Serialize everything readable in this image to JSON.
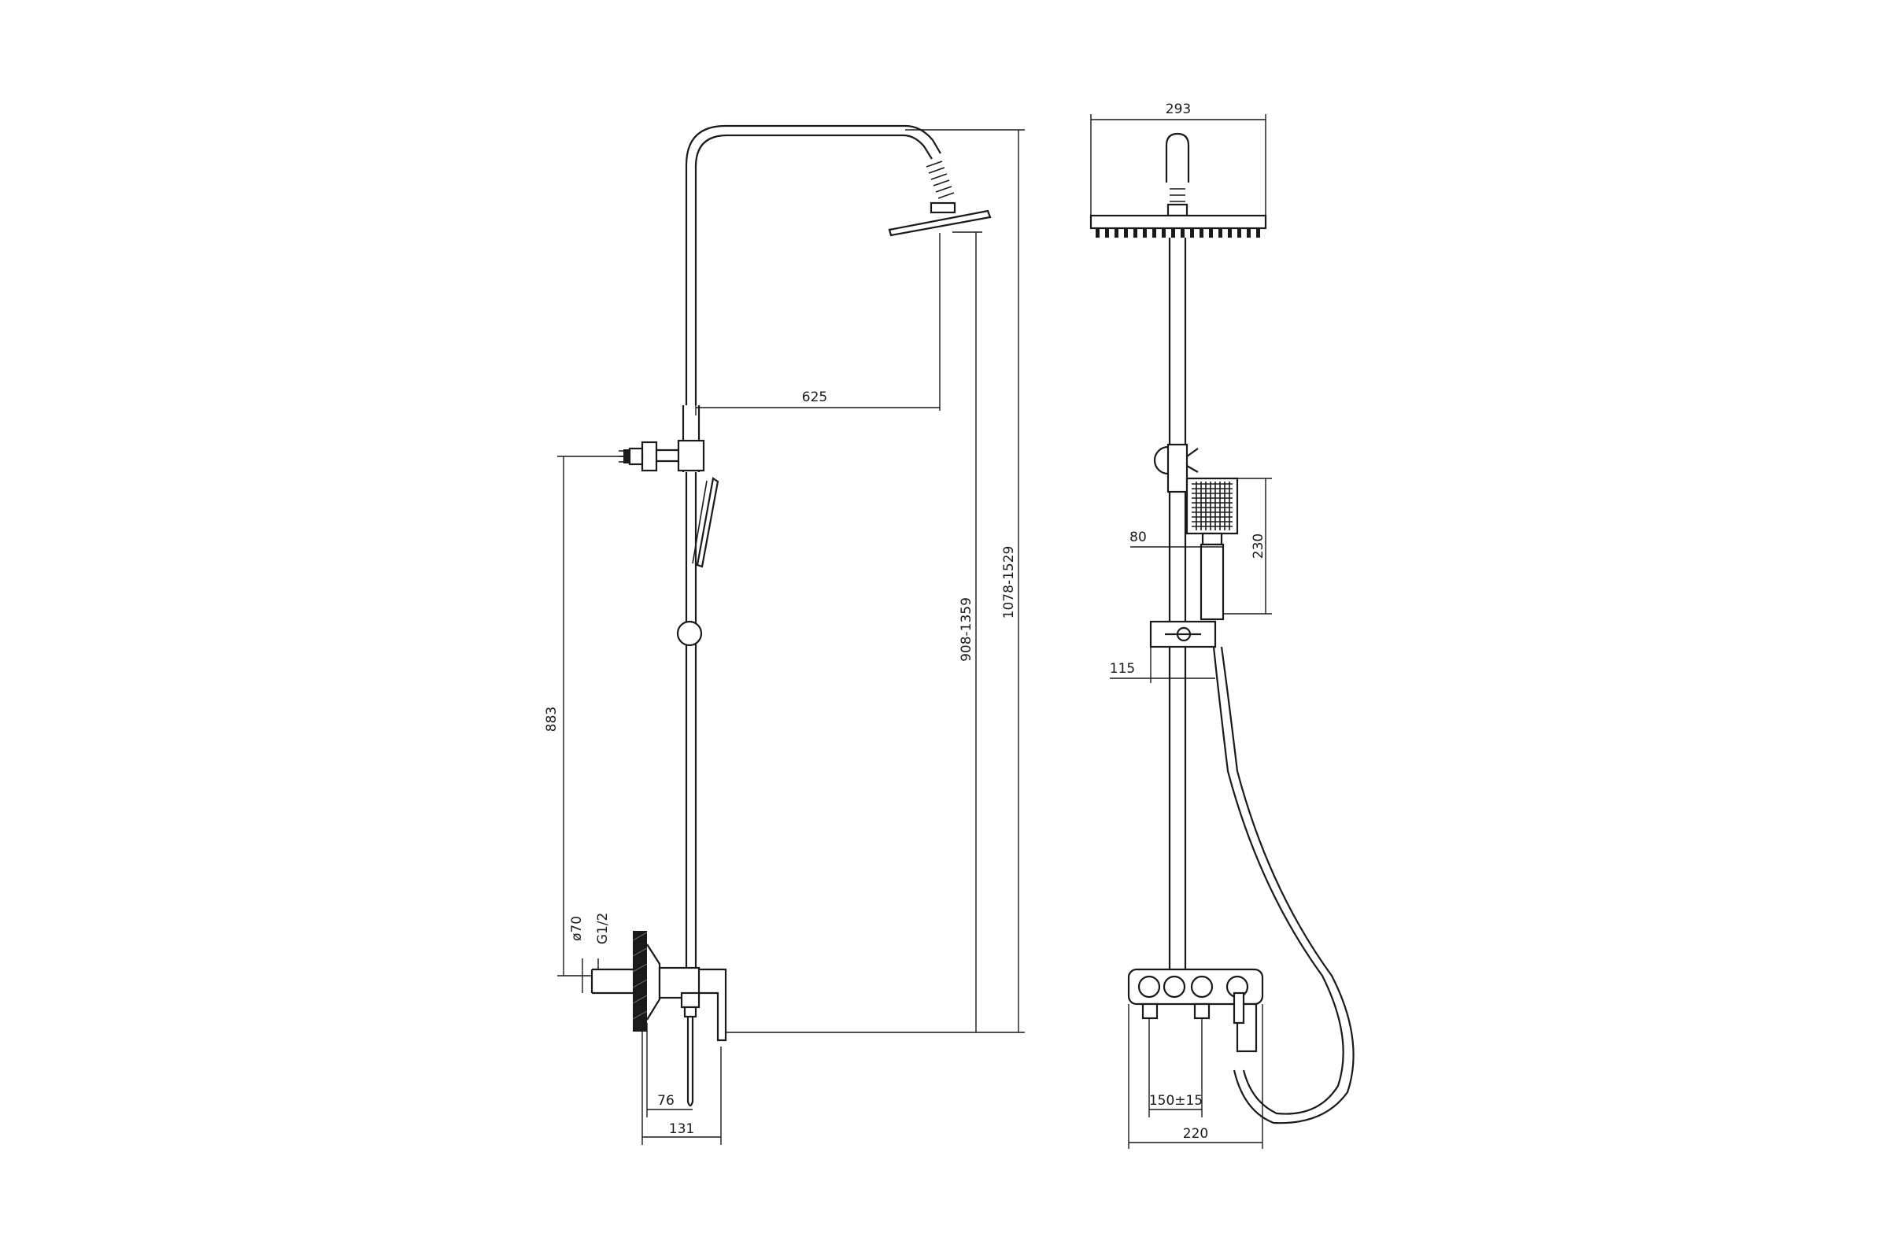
{
  "side_view": {
    "dims": {
      "arm_reach": "625",
      "holder_height": "883",
      "flange_diameter": "ø70",
      "inlet_thread": "G1/2",
      "mixer_offset": "76",
      "mixer_depth": "131",
      "head_height_range": "908-1359",
      "overall_height_range": "1078-1529"
    }
  },
  "front_view": {
    "dims": {
      "head_width": "293",
      "hand_shower_length": "230",
      "hand_shower_width": "80",
      "bracket_width": "115",
      "inlet_centers": "150±15",
      "mixer_width": "220"
    }
  }
}
